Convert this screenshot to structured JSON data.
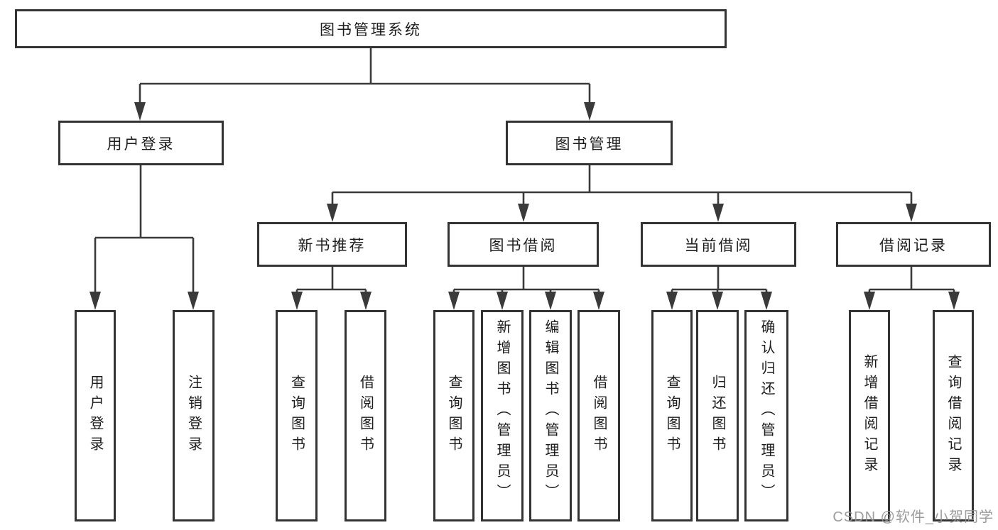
{
  "diagram": {
    "type": "tree",
    "tree": {
      "label": "图书管理系统",
      "children": [
        {
          "label": "用户登录",
          "children": [
            {
              "label": "用户登录"
            },
            {
              "label": "注销登录"
            }
          ]
        },
        {
          "label": "图书管理",
          "children": [
            {
              "label": "新书推荐",
              "children": [
                {
                  "label": "查询图书"
                },
                {
                  "label": "借阅图书"
                }
              ]
            },
            {
              "label": "图书借阅",
              "children": [
                {
                  "label": "查询图书"
                },
                {
                  "label": "新增图书（管理员）"
                },
                {
                  "label": "编辑图书（管理员）"
                },
                {
                  "label": "借阅图书"
                }
              ]
            },
            {
              "label": "当前借阅",
              "children": [
                {
                  "label": "查询图书"
                },
                {
                  "label": "归还图书"
                },
                {
                  "label": "确认归还（管理员）"
                }
              ]
            },
            {
              "label": "借阅记录",
              "children": [
                {
                  "label": "新增借阅记录"
                },
                {
                  "label": "查询借阅记录"
                }
              ]
            }
          ]
        }
      ]
    },
    "line_color": "#3a3a3a",
    "border_color": "#333333",
    "text_color": "#1c1c1c"
  },
  "watermark": {
    "text": "CSDN @软件_小贺同学",
    "color": "#919191"
  }
}
